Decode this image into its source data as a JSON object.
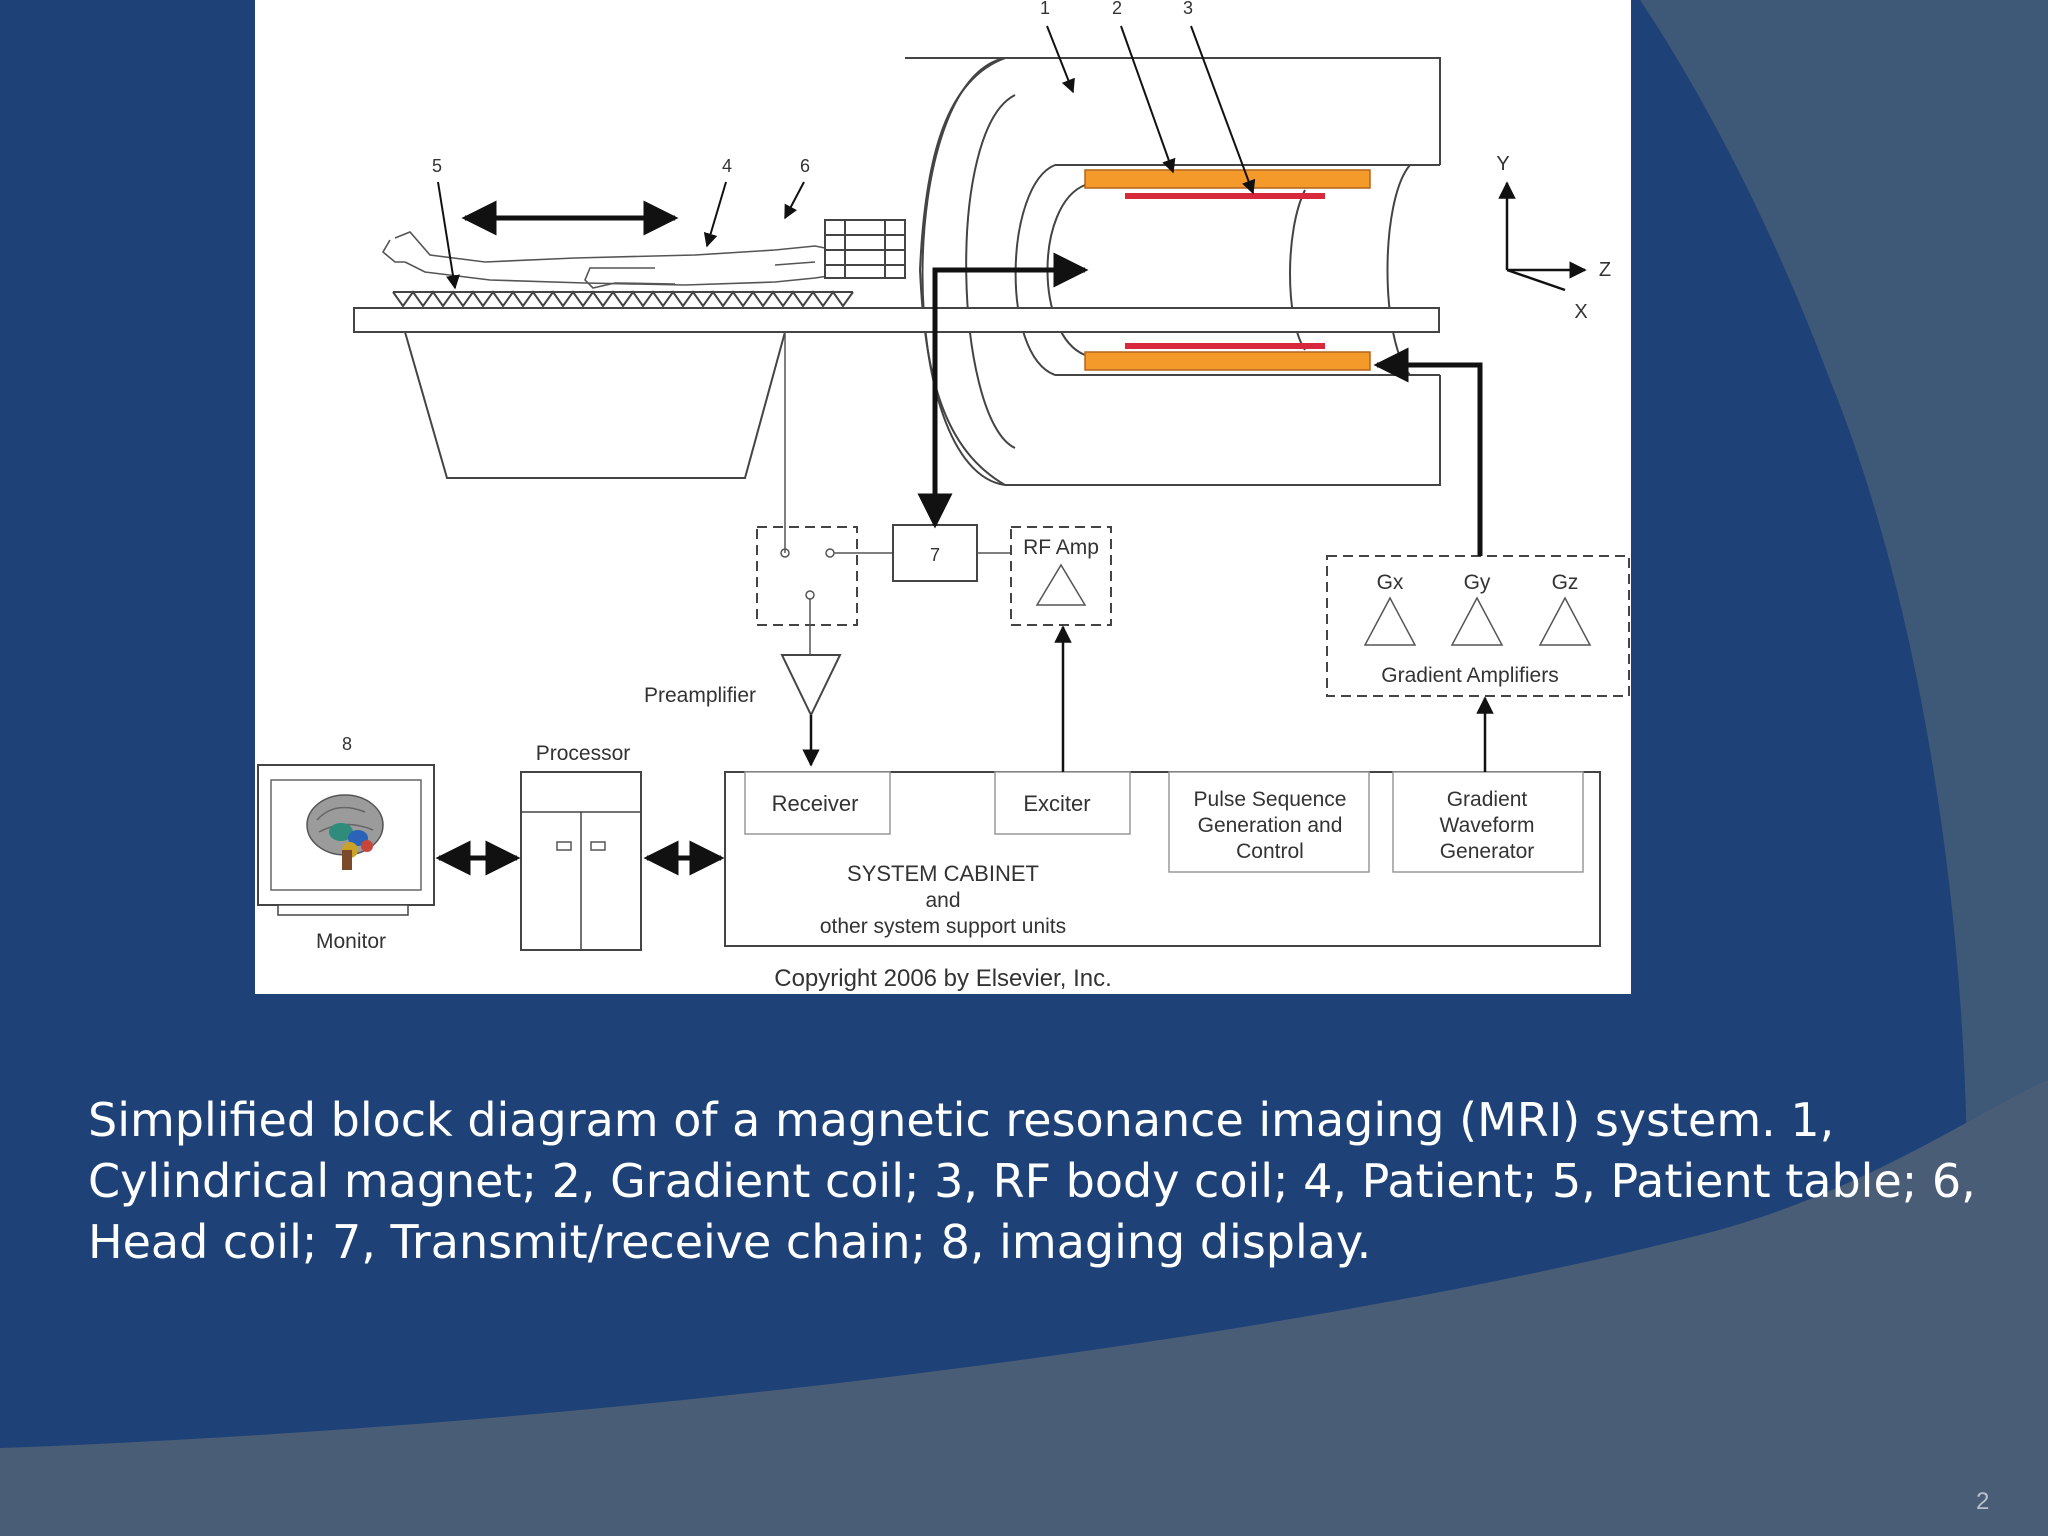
{
  "slide": {
    "caption": "Simplified block diagram of a magnetic resonance imaging (MRI) system. 1, Cylindrical magnet; 2, Gradient coil; 3, RF body coil; 4, Patient; 5, Patient table; 6, Head coil; 7, Transmit/receive chain; 8, imaging display.",
    "page_number": "2",
    "colors": {
      "background": "#1e4277",
      "swoosh": "#3e5878",
      "caption_text": "#ffffff",
      "gradient_coil": "#f39a2a",
      "rf_coil": "#d8283c"
    }
  },
  "diagram": {
    "callouts": [
      "1",
      "2",
      "3",
      "4",
      "5",
      "6",
      "7",
      "8"
    ],
    "axes": {
      "y": "Y",
      "z": "Z",
      "x": "X"
    },
    "rf_amp": "RF Amp",
    "preamplifier": "Preamplifier",
    "gradient_channels": [
      "Gx",
      "Gy",
      "Gz"
    ],
    "gradient_amplifiers": "Gradient Amplifiers",
    "processor": "Processor",
    "monitor": "Monitor",
    "receiver": "Receiver",
    "exciter": "Exciter",
    "pulse_sequence": [
      "Pulse Sequence",
      "Generation and",
      "Control"
    ],
    "gradient_waveform": [
      "Gradient",
      "Waveform",
      "Generator"
    ],
    "system_cabinet": [
      "SYSTEM CABINET",
      "and",
      "other system support units"
    ],
    "copyright": "Copyright 2006 by Elsevier, Inc."
  }
}
